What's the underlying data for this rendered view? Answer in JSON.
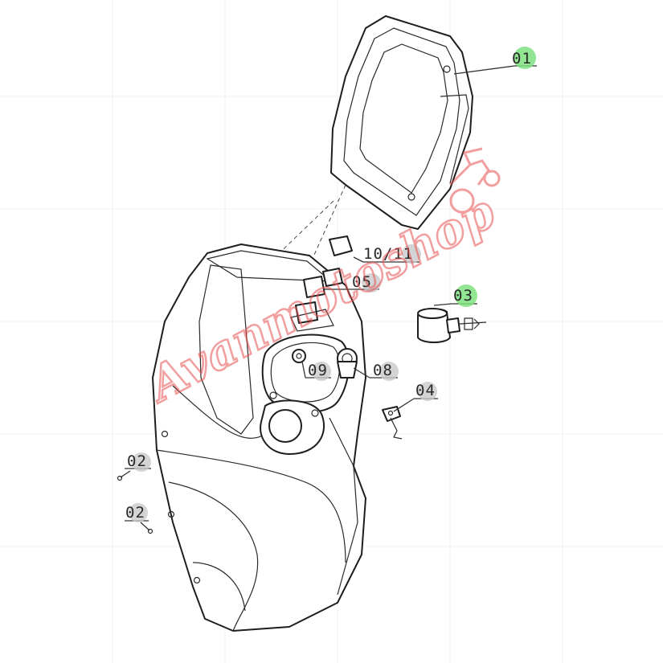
{
  "labels": {
    "p01": "01",
    "p02a": "02",
    "p02b": "02",
    "p03": "03",
    "p04": "04",
    "p05": "05",
    "p08": "08",
    "p09": "09",
    "p10_11": "10/11"
  },
  "watermark": {
    "text": "Avanmotoshop",
    "color": "#e85050"
  },
  "colors": {
    "highlight": "#7fe07f",
    "line": "#1e1e1e",
    "badge": "#c9c9c9"
  }
}
